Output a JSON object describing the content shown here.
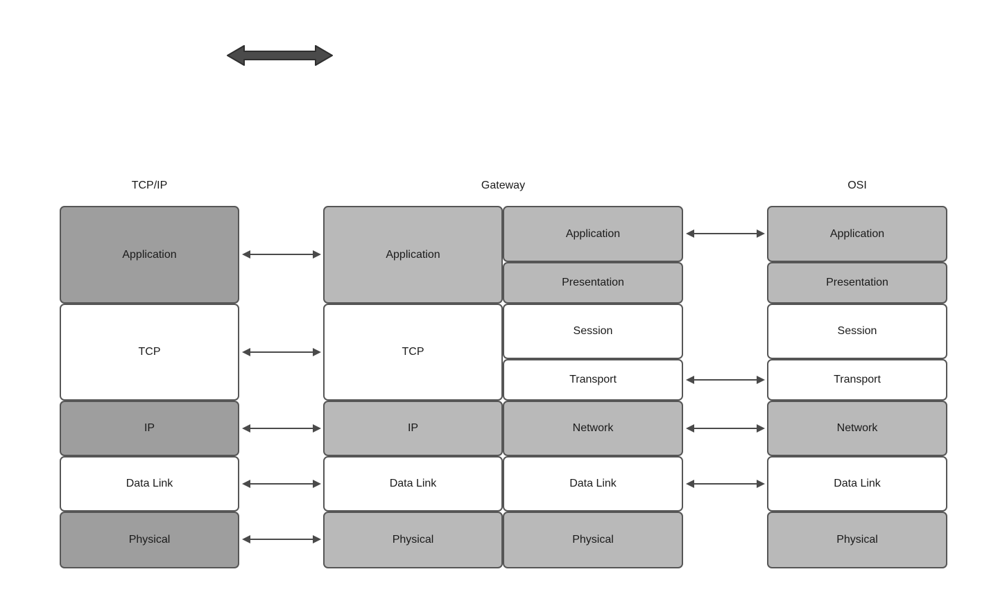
{
  "diagram": {
    "titles": {
      "tcpip": "TCP/IP",
      "gateway": "Gateway",
      "osi": "OSI"
    },
    "tcpip_layers": [
      "Application",
      "TCP",
      "IP",
      "Data Link",
      "Physical"
    ],
    "gateway_left_layers": [
      "Application",
      "TCP",
      "IP",
      "Data Link",
      "Physical"
    ],
    "gateway_right_layers": [
      "Application",
      "Presentation",
      "Session",
      "Transport",
      "Network",
      "Data Link",
      "Physical"
    ],
    "osi_layers": [
      "Application",
      "Presentation",
      "Session",
      "Transport",
      "Network",
      "Data Link",
      "Physical"
    ],
    "colors": {
      "dark_gray_fill": "#9e9e9e",
      "light_gray_fill": "#b9b9b9",
      "white_fill": "#ffffff",
      "box_border": "#565656",
      "arrow": "#4a4a4a",
      "text": "#1a1a1a"
    }
  }
}
